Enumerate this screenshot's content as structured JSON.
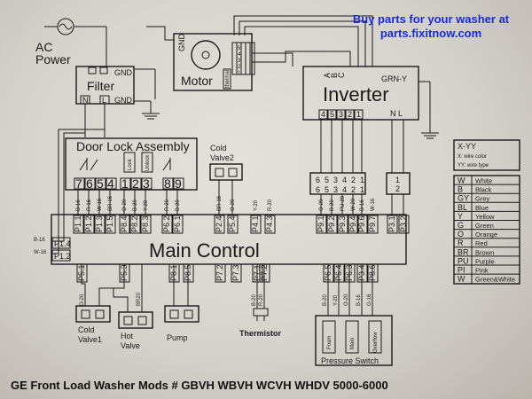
{
  "header": {
    "line1": "Buy parts for your washer at",
    "line2": "parts.fixitnow.com",
    "color": "#1a2cd9"
  },
  "footer": {
    "title": "GE Front Load Washer Mods # GBVH WBVH WCVH WHDV 5000-6000"
  },
  "components": {
    "ac_power_1": "AC",
    "ac_power_2": "Power",
    "filter": "Filter",
    "filter_n": "N",
    "filter_l": "L",
    "gnd": "GND",
    "motor": "Motor",
    "inverter": "Inverter",
    "inverter_grn": "GRN-Y",
    "door_lock": "Door Lock Assembly",
    "cold_valve2_1": "Cold",
    "cold_valve2_2": "Valve2",
    "main_control": "Main Control",
    "cold_valve1_1": "Cold",
    "cold_valve1_2": "Valve1",
    "hot_valve_1": "Hot",
    "hot_valve_2": "Valve",
    "pump": "Pump",
    "thermistor": "Thermistor",
    "pressure_switch": "Pressure Switch",
    "ps_foam": "Foam",
    "ps_main": "Main",
    "ps_overflow": "Overflow",
    "lock_sw": "Lock",
    "unlock_sw": "Unlock"
  },
  "legend": {
    "format": "X-YY",
    "x_desc": "X:  wire color",
    "yy_desc": "YY: wire type",
    "rows": [
      {
        "code": "W",
        "name": "White"
      },
      {
        "code": "B",
        "name": "Black"
      },
      {
        "code": "GY",
        "name": "Grey"
      },
      {
        "code": "BL",
        "name": "Blue"
      },
      {
        "code": "Y",
        "name": "Yellow"
      },
      {
        "code": "G",
        "name": "Green"
      },
      {
        "code": "O",
        "name": "Orange"
      },
      {
        "code": "R",
        "name": "Red"
      },
      {
        "code": "BR",
        "name": "Brown"
      },
      {
        "code": "PU",
        "name": "Purple"
      },
      {
        "code": "PI",
        "name": "Pink"
      },
      {
        "code": "W",
        "name": "Green&White"
      }
    ]
  },
  "pins": {
    "door_lock": [
      "7",
      "6",
      "5",
      "4",
      "1",
      "2",
      "3",
      "8",
      "9"
    ],
    "inverter_top": [
      "4",
      "5",
      "3",
      "2",
      "1"
    ],
    "inverter_abc": [
      "A",
      "B",
      "C"
    ],
    "inverter_nl": "N  L",
    "conn_left": [
      "6",
      "5",
      "3",
      "4",
      "2",
      "1"
    ],
    "conn_right": [
      "1",
      "2"
    ],
    "motor_side": [
      "5",
      "4",
      "3",
      "2",
      "1"
    ],
    "motor_thermal": "thermal",
    "top_connectors": [
      "P1.1",
      "P1.2",
      "P1.3",
      "P1.5",
      "P8.4",
      "P8.2",
      "P8.3",
      "P6.2",
      "P6.1",
      "P2.4",
      "P5.4",
      "P4.1",
      "P4.3",
      "P9.1",
      "P9.2",
      "P9.3",
      "P9.4",
      "P9.6",
      "P9.7",
      "P3.1",
      "P3.2"
    ],
    "left_connectors": [
      "P1.4",
      "P1.2"
    ],
    "bottom_connectors": [
      "P5.1",
      "P5.3",
      "P8.1",
      "P8.5",
      "P7.2",
      "P7.3",
      "P7.1",
      "P7.2",
      "P6.5",
      "P6.4",
      "P6.3",
      "P3.4",
      "P8.6"
    ],
    "wire_codes_top": [
      "B-16",
      "R-16",
      "W-16",
      "BR-16",
      "O-20",
      "B-20",
      "Y-20",
      "R-20",
      "B-20",
      "BR-16",
      "O-20",
      "Y-20",
      "R-20",
      "O-20",
      "B-20",
      "PU-20",
      "W-20",
      "B-16",
      "W-16"
    ],
    "wire_codes_left": [
      "B-16",
      "W-16"
    ],
    "wire_codes_bottom": [
      "O-20",
      "BR20",
      "B-20",
      "R-20",
      "B-20",
      "Y-20",
      "O-20",
      "B-16",
      "G-16"
    ]
  }
}
